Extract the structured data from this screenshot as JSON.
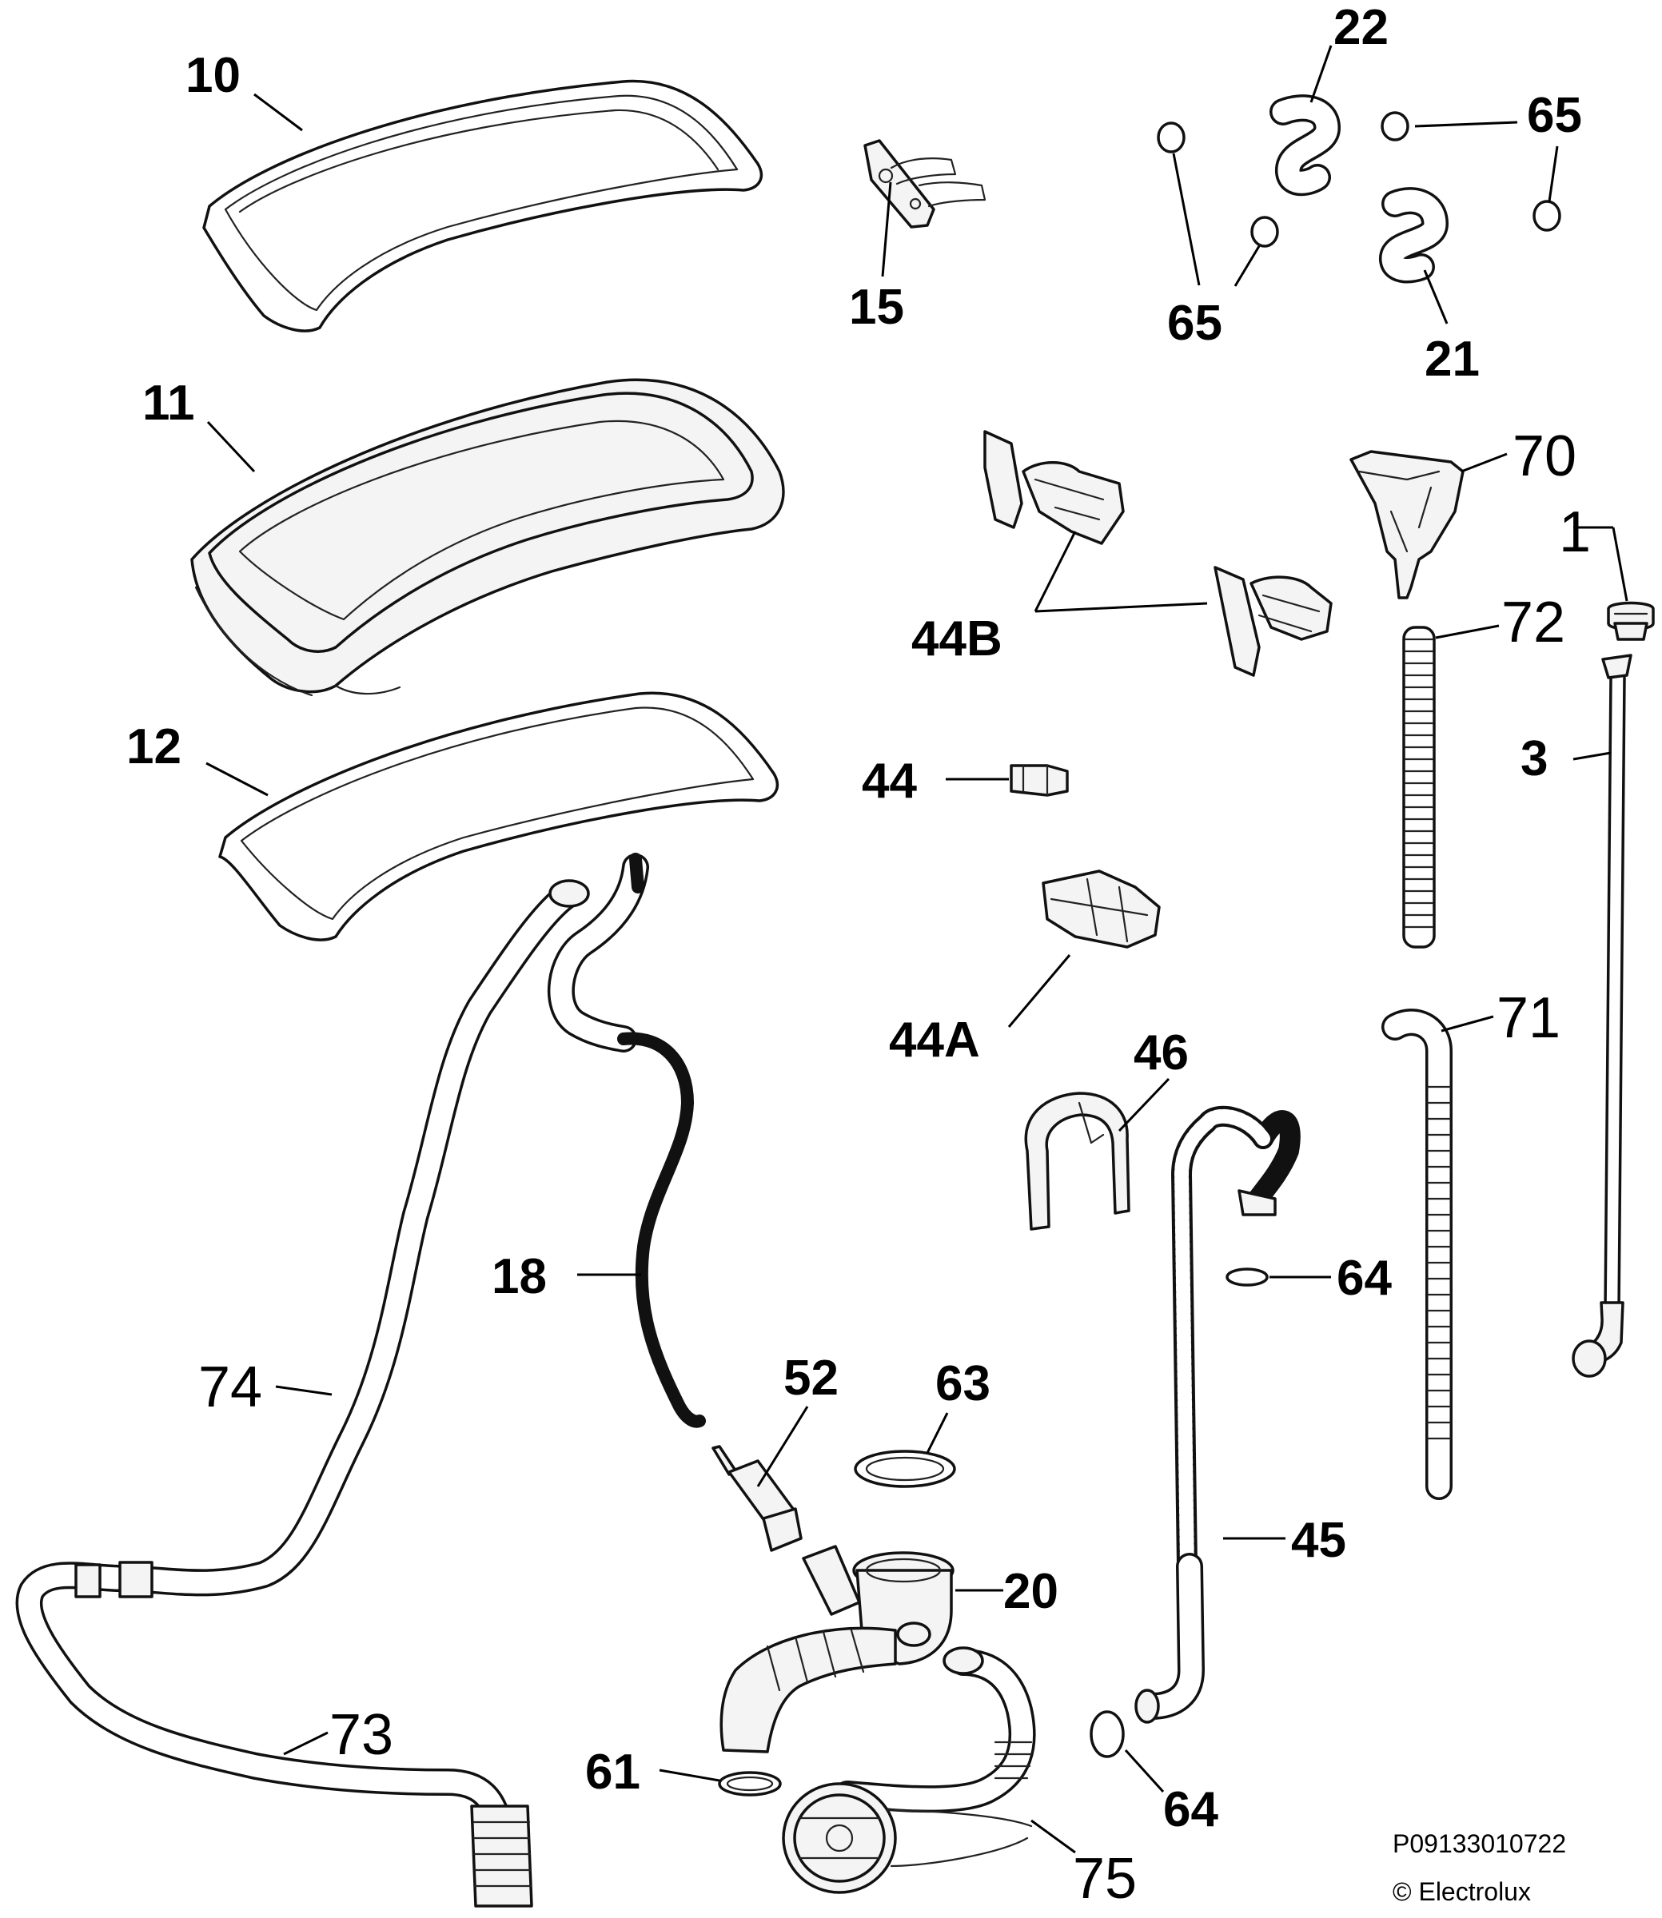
{
  "labels": {
    "p10": "10",
    "p11": "11",
    "p12": "12",
    "p15": "15",
    "p22": "22",
    "p65a": "65",
    "p65b": "65",
    "p21": "21",
    "p70": "70",
    "p1": "1",
    "p72": "72",
    "p3": "3",
    "p44b": "44B",
    "p44": "44",
    "p44a": "44A",
    "p71": "71",
    "p46": "46",
    "p18": "18",
    "p64a": "64",
    "p74": "74",
    "p52": "52",
    "p63": "63",
    "p20": "20",
    "p45": "45",
    "p73": "73",
    "p61": "61",
    "p64b": "64",
    "p75": "75"
  },
  "footer": {
    "code": "P09133010722",
    "copyright": "© Electrolux"
  }
}
